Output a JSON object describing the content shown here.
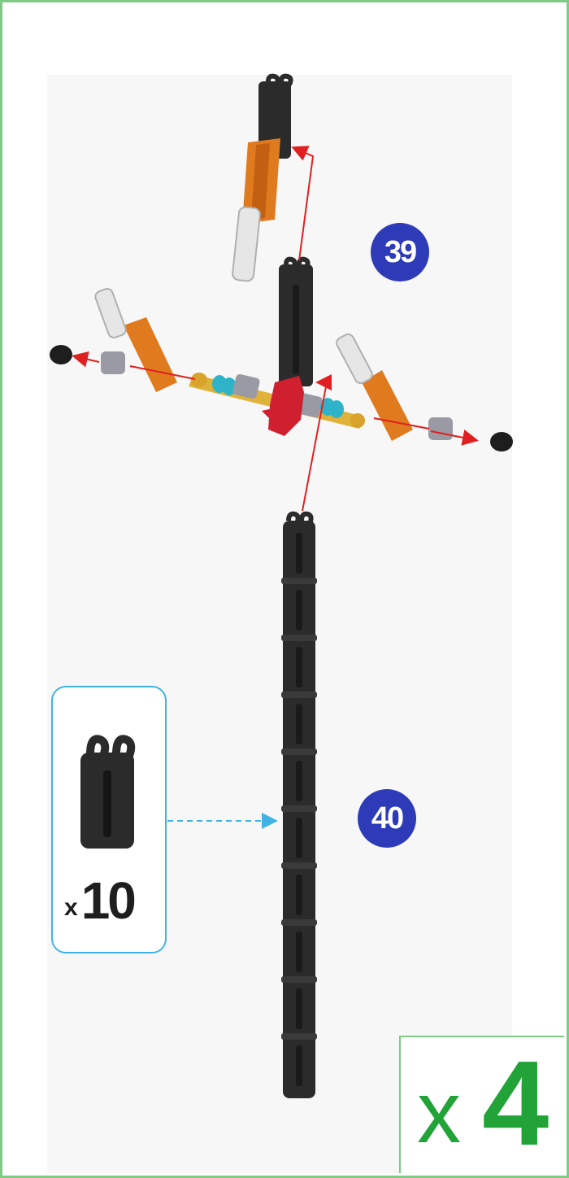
{
  "steps": [
    {
      "number": "39"
    },
    {
      "number": "40"
    }
  ],
  "parts": {
    "quantity_prefix": "x",
    "quantity": "10"
  },
  "multiplier": {
    "prefix": "x",
    "count": "4"
  },
  "colors": {
    "border": "#7ecb86",
    "badge": "#2e3bb8",
    "arrow": "#e02020",
    "parts_outline": "#3fb3e6",
    "multiplier": "#21a338"
  },
  "icons": [
    "chain-link-icon",
    "axle-icon",
    "orange-lever-icon",
    "red-gear-icon",
    "spacer-icon",
    "end-cap-icon"
  ]
}
